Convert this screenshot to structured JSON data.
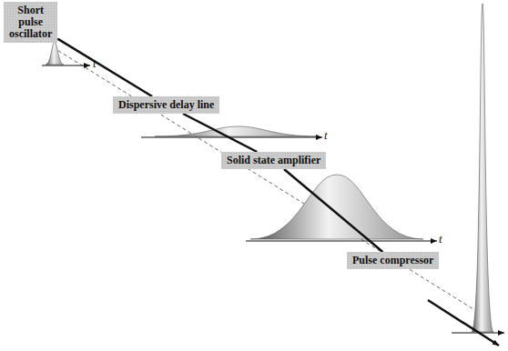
{
  "diagram": {
    "nodes": [
      {
        "text": [
          "Short pulse oscillator"
        ]
      },
      {
        "text": [
          "Dispersive delay line"
        ]
      },
      {
        "text": [
          "Solid state amplifier"
        ]
      },
      {
        "text": [
          "Pulse compressor"
        ]
      }
    ],
    "edges": [
      {
        "from": 0,
        "to": 1,
        "arrow": "none"
      },
      {
        "from": 1,
        "to": 2,
        "arrow": "none"
      },
      {
        "from": 2,
        "to": 3,
        "arrow": "none"
      }
    ],
    "labels": [
      "t",
      "t",
      "t"
    ]
  }
}
